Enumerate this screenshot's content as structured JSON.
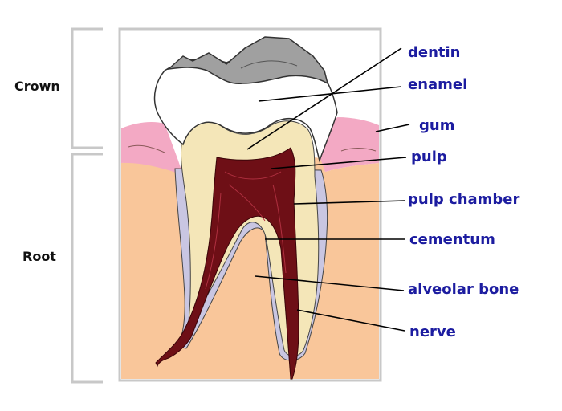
{
  "regions": {
    "crown": "Crown",
    "root": "Root"
  },
  "labels": {
    "dentin": "dentin",
    "enamel": "enamel",
    "gum": "gum",
    "pulp": "pulp",
    "pulp_chamber": "pulp chamber",
    "cementum": "cementum",
    "alveolar_bone": "alveolar bone",
    "nerve": "nerve"
  },
  "colors": {
    "label_text": "#1c1ca0",
    "bone": "#f9c69a",
    "gum": "#f3a9c4",
    "enamel": "#ffffff",
    "cusp": "#a0a0a0",
    "dentin": "#f4e6b8",
    "cementum": "#c9c6e2",
    "pulp": "#6e0f16"
  }
}
